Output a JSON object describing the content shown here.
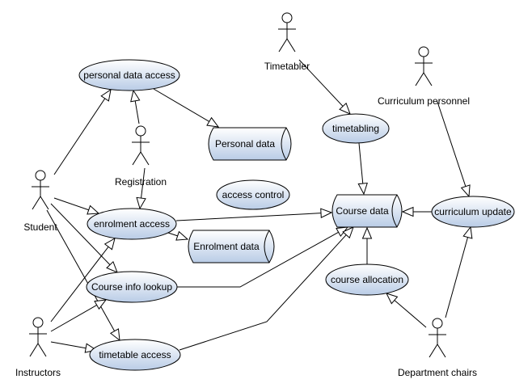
{
  "colors": {
    "shape_fill_top": "#ffffff",
    "shape_fill_bottom": "#b9cce6",
    "stroke": "#000000",
    "actor_head": "#ffffff"
  },
  "actors": [
    {
      "id": "timetabler",
      "label": "Timetabler"
    },
    {
      "id": "curriculum-personnel",
      "label": "Curriculum personnel"
    },
    {
      "id": "registration",
      "label": "Registration"
    },
    {
      "id": "student",
      "label": "Student"
    },
    {
      "id": "instructors",
      "label": "Instructors"
    },
    {
      "id": "department-chairs",
      "label": "Department chairs"
    }
  ],
  "use_cases": [
    {
      "id": "personal-data-access",
      "label": "personal data access"
    },
    {
      "id": "timetabling",
      "label": "timetabling"
    },
    {
      "id": "access-control",
      "label": "access control"
    },
    {
      "id": "enrolment-access",
      "label": "enrolment access"
    },
    {
      "id": "curriculum-update",
      "label": "curriculum update"
    },
    {
      "id": "course-allocation",
      "label": "course allocation"
    },
    {
      "id": "course-info-lookup",
      "label": "Course info lookup"
    },
    {
      "id": "timetable-access",
      "label": "timetable access"
    }
  ],
  "data_stores": [
    {
      "id": "personal-data",
      "label": "Personal data"
    },
    {
      "id": "course-data",
      "label": "Course data"
    },
    {
      "id": "enrolment-data",
      "label": "Enrolment data"
    }
  ],
  "connections": [
    {
      "from": "registration",
      "to": "personal-data-access"
    },
    {
      "from": "student",
      "to": "personal-data-access"
    },
    {
      "from": "personal-data-access",
      "to": "personal-data"
    },
    {
      "from": "registration",
      "to": "enrolment-access"
    },
    {
      "from": "student",
      "to": "enrolment-access"
    },
    {
      "from": "student",
      "to": "course-info-lookup"
    },
    {
      "from": "student",
      "to": "timetable-access"
    },
    {
      "from": "enrolment-access",
      "to": "enrolment-data"
    },
    {
      "from": "enrolment-access",
      "to": "course-data"
    },
    {
      "from": "course-info-lookup",
      "to": "course-data"
    },
    {
      "from": "timetable-access",
      "to": "course-data"
    },
    {
      "from": "timetabler",
      "to": "timetabling"
    },
    {
      "from": "timetabling",
      "to": "course-data"
    },
    {
      "from": "curriculum-personnel",
      "to": "curriculum-update"
    },
    {
      "from": "curriculum-update",
      "to": "course-data"
    },
    {
      "from": "course-allocation",
      "to": "course-data"
    },
    {
      "from": "department-chairs",
      "to": "course-allocation"
    },
    {
      "from": "department-chairs",
      "to": "curriculum-update"
    },
    {
      "from": "instructors",
      "to": "enrolment-access"
    },
    {
      "from": "instructors",
      "to": "course-info-lookup"
    },
    {
      "from": "instructors",
      "to": "timetable-access"
    }
  ]
}
